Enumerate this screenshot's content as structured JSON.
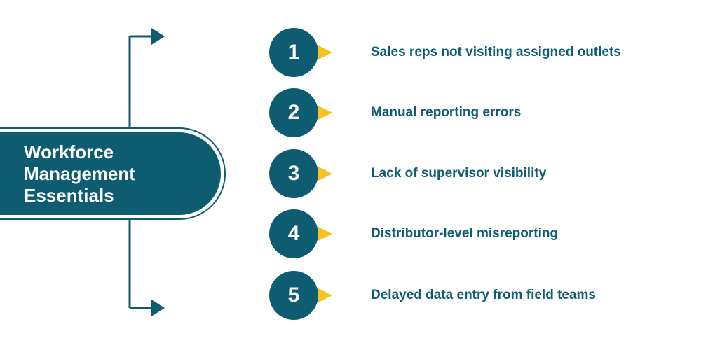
{
  "title_lines": [
    "Workforce",
    "Management",
    "Essentials"
  ],
  "items": [
    {
      "number": "1",
      "label": "Sales reps not visiting assigned outlets"
    },
    {
      "number": "2",
      "label": "Manual reporting errors"
    },
    {
      "number": "3",
      "label": "Lack of supervisor visibility"
    },
    {
      "number": "4",
      "label": "Distributor-level misreporting"
    },
    {
      "number": "5",
      "label": "Delayed data entry from field teams"
    }
  ],
  "colors": {
    "primary": "#0e5c72",
    "accent": "#f7c21f",
    "background": "#ffffff"
  },
  "icons": [
    "arrow-right-icon",
    "pointer-triangle-icon"
  ]
}
